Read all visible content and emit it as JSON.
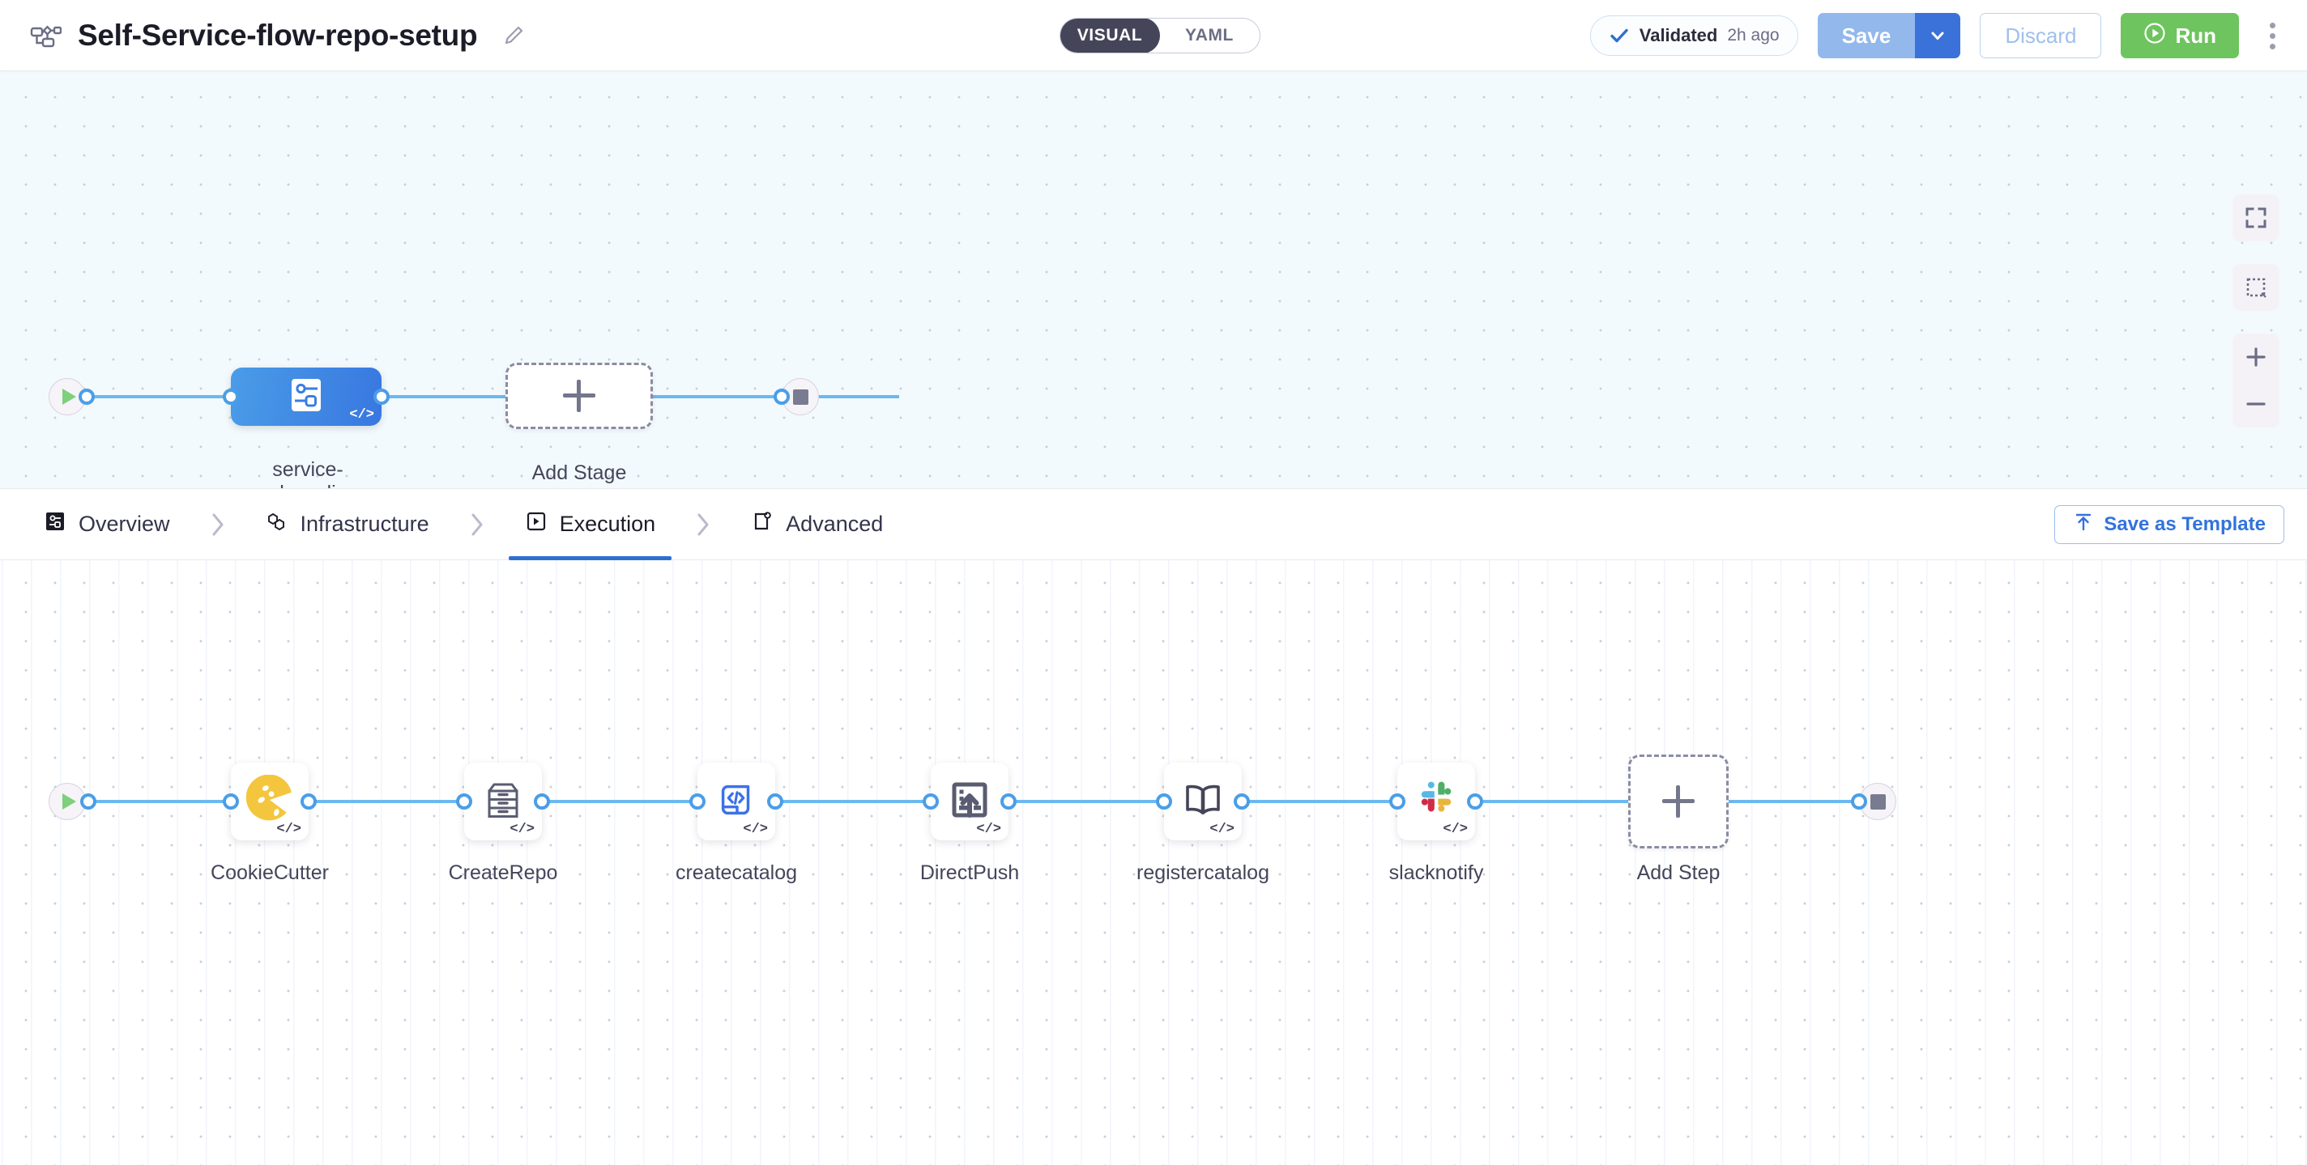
{
  "header": {
    "pipeline_icon": "pipeline-flow-icon",
    "title": "Self-Service-flow-repo-setup",
    "edit_icon": "edit-pencil-icon",
    "mode_toggle": {
      "options": [
        {
          "label": "VISUAL",
          "active": true
        },
        {
          "label": "YAML",
          "active": false
        }
      ]
    },
    "validated": {
      "icon": "check-icon",
      "label": "Validated",
      "time": "2h ago"
    },
    "save_label": "Save",
    "save_caret_icon": "chevron-down-icon",
    "discard_label": "Discard",
    "run_label": "Run",
    "run_icon": "play-circle-icon",
    "more_icon": "kebab-menu-icon"
  },
  "colors": {
    "accent_blue": "#3b72d9",
    "save_blue": "#92b8ec",
    "run_green": "#6ec45e",
    "edge_blue": "#6cb9ef",
    "port_blue": "#4a9ee8",
    "stage_blue": "#3877e0",
    "tab_active": "#2f6fd0",
    "canvas_stage_bg": "#f3fafd",
    "canvas_steps_bg": "#ffffff"
  },
  "stage_canvas": {
    "start_node": {
      "name": "start-node",
      "icon": "play-icon"
    },
    "end_node": {
      "name": "end-node",
      "icon": "stop-square-icon"
    },
    "nodes": [
      {
        "id": "service-onboarding",
        "label": "service-\nonboarding",
        "icon": "deployment-stage-icon",
        "code_badge": "</>",
        "selected": true
      },
      {
        "id": "add-stage",
        "label": "Add Stage",
        "icon": "plus-icon",
        "type": "add"
      }
    ]
  },
  "canvas_controls": [
    {
      "name": "fit-to-screen-button",
      "icon": "fullscreen-icon"
    },
    {
      "name": "selection-box-button",
      "icon": "marquee-select-icon"
    },
    {
      "name": "zoom-in-button",
      "icon": "plus-icon"
    },
    {
      "name": "zoom-out-button",
      "icon": "minus-icon"
    }
  ],
  "tabs": [
    {
      "id": "overview",
      "label": "Overview",
      "icon": "overview-icon",
      "active": false
    },
    {
      "id": "infrastructure",
      "label": "Infrastructure",
      "icon": "infrastructure-icon",
      "active": false
    },
    {
      "id": "execution",
      "label": "Execution",
      "icon": "execution-icon",
      "active": true
    },
    {
      "id": "advanced",
      "label": "Advanced",
      "icon": "advanced-icon",
      "active": false
    }
  ],
  "save_as_template": {
    "label": "Save as Template",
    "icon": "save-template-icon"
  },
  "steps_canvas": {
    "start_node": {
      "name": "start-node",
      "icon": "play-icon"
    },
    "end_node": {
      "name": "end-node",
      "icon": "stop-square-icon"
    },
    "steps": [
      {
        "id": "cookiecutter",
        "label": "CookieCutter",
        "icon": "cookie-icon",
        "code_badge": "</>"
      },
      {
        "id": "createrepo",
        "label": "CreateRepo",
        "icon": "drawer-icon",
        "code_badge": "</>"
      },
      {
        "id": "createcatalog",
        "label": "createcatalog",
        "icon": "code-page-icon",
        "code_badge": "</>"
      },
      {
        "id": "directpush",
        "label": "DirectPush",
        "icon": "upload-square-icon",
        "code_badge": "</>"
      },
      {
        "id": "registercatalog",
        "label": "registercatalog",
        "icon": "open-book-icon",
        "code_badge": "</>"
      },
      {
        "id": "slacknotify",
        "label": "slacknotify",
        "icon": "slack-icon",
        "code_badge": "</>"
      }
    ],
    "add_step": {
      "label": "Add Step",
      "icon": "plus-icon"
    }
  }
}
